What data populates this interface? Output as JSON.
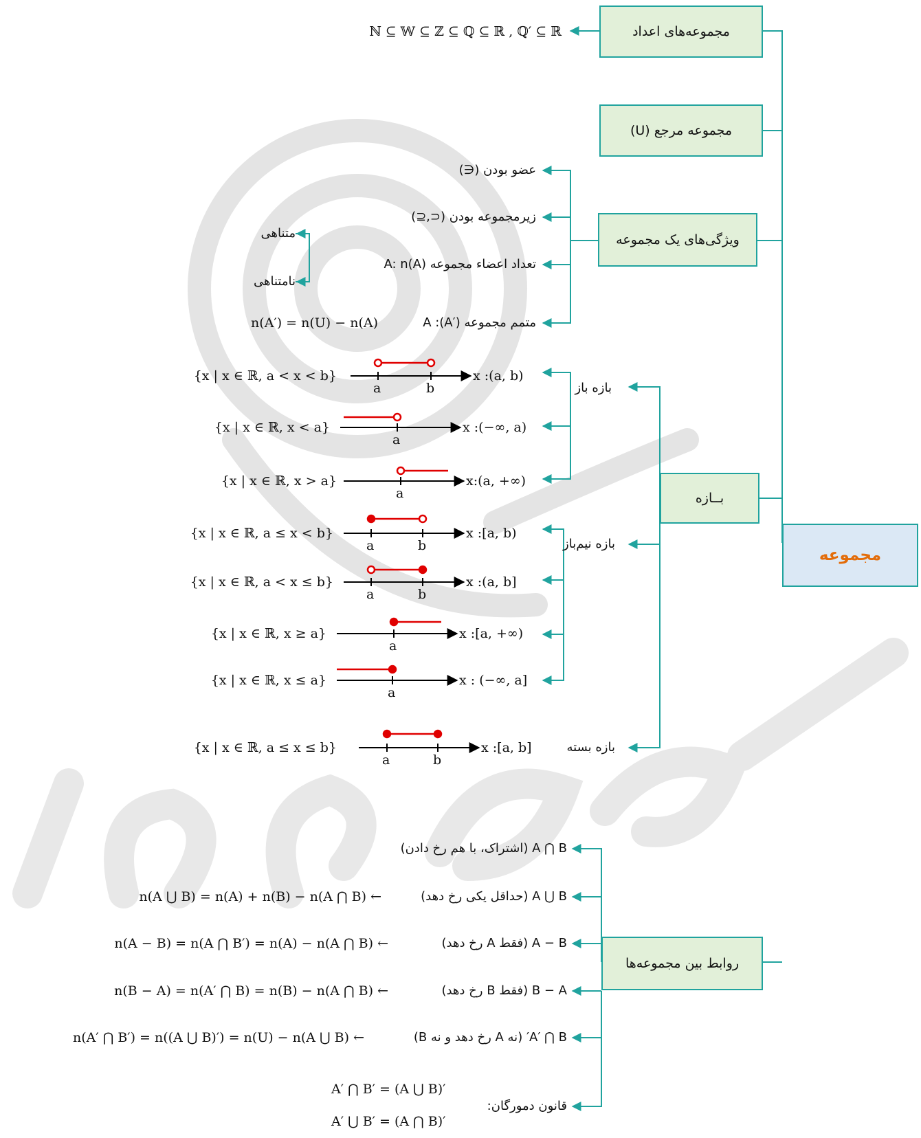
{
  "colors": {
    "connector": "#20a39e",
    "box_fill": "#e2f0d9",
    "root_fill": "#dbe8f5",
    "root_text": "#e36c09",
    "interval": "#e00000"
  },
  "root": "مجموعه",
  "boxes": {
    "numbers": "مجموعه‌های اعداد",
    "universal": "مجموعه مرجع  (U)",
    "properties": "ویژگی‌های یک مجموعه",
    "interval": "بــازه",
    "relations": "روابط بین مجموعه‌ها"
  },
  "numbers_chain": "ℕ ⊆ 𝕎 ⊆ ℤ ⊆ ℚ ⊆ ℝ , ℚ′ ⊆ ℝ",
  "properties": {
    "membership": "عضو بودن  (∈)",
    "subset": "زیرمجموعه بودن  (⊂,⊆)",
    "cardinality": "تعداد اعضاء مجموعه  A:  n(A)",
    "finite": "متناهی",
    "infinite": "نامتناهی",
    "complement_label": "متمم مجموعه  A  :(A′)",
    "complement_formula": "n(A′) = n(U) − n(A)"
  },
  "interval_types": {
    "open": "بازه باز",
    "half_open": "بازه نیم‌باز",
    "closed": "بازه بسته"
  },
  "intervals": [
    {
      "set": "{x | x ∈ ℝ, a < x < b}",
      "notation": "x  :(a, b)",
      "labels": [
        "a",
        "b"
      ]
    },
    {
      "set": "{x | x ∈ ℝ, x < a}",
      "notation": "x :(−∞, a)",
      "labels": [
        "a"
      ]
    },
    {
      "set": "{x | x ∈ ℝ, x > a}",
      "notation": "x:(a, +∞)",
      "labels": [
        "a"
      ]
    },
    {
      "set": "{x | x ∈ ℝ, a ≤ x < b}",
      "notation": "x  :[a, b)",
      "labels": [
        "a",
        "b"
      ]
    },
    {
      "set": "{x | x ∈ ℝ, a < x ≤ b}",
      "notation": "x  :(a, b]",
      "labels": [
        "a",
        "b"
      ]
    },
    {
      "set": "{x | x ∈ ℝ, x ≥ a}",
      "notation": "x :[a, +∞)",
      "labels": [
        "a"
      ]
    },
    {
      "set": "{x | x ∈ ℝ, x ≤ a}",
      "notation": "x : (−∞, a]",
      "labels": [
        "a"
      ]
    },
    {
      "set": "{x | x ∈ ℝ, a ≤ x ≤ b}",
      "notation": "x    :[a, b]",
      "labels": [
        "a",
        "b"
      ]
    }
  ],
  "relations": [
    {
      "label": "A ⋂ B  (اشتراک، با هم رخ دادن)",
      "formula": ""
    },
    {
      "label": "A ⋃ B (حداقل یکی رخ دهد)",
      "formula": "n(A ⋃ B) = n(A) + n(B) − n(A ⋂ B) ←"
    },
    {
      "label": "A − B  (فقط  A رخ دهد)",
      "formula": "n(A − B) = n(A ⋂ B′) = n(A) − n(A ⋂ B) ←"
    },
    {
      "label": "B − A  (فقط  B رخ دهد)",
      "formula": "n(B − A) = n(A′ ⋂ B) = n(B) − n(A ⋂ B) ←"
    },
    {
      "label": "A′ ⋂ B′  (نه  A  رخ دهد و نه  B)",
      "formula": "n(A′ ⋂ B′) = n((A ⋃ B)′) = n(U) − n(A ⋃ B) ←"
    }
  ],
  "demorgan": {
    "label": "قانون دمورگان:",
    "law1": "A′ ⋂ B′ = (A ⋃ B)′",
    "law2": "A′ ⋃ B′ = (A ⋂ B)′"
  }
}
